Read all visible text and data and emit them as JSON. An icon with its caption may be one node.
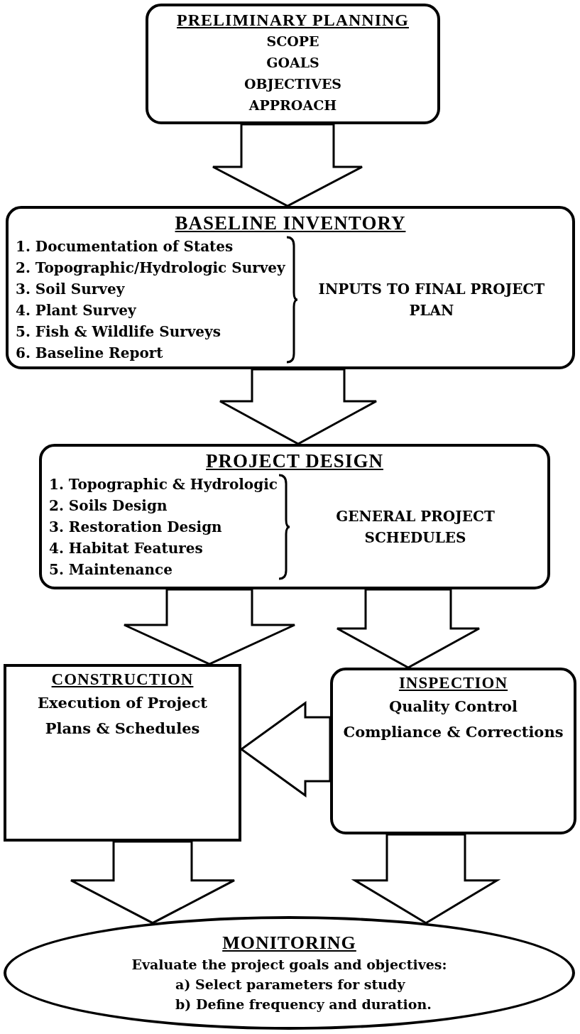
{
  "diagram": {
    "nodes": [
      {
        "text": [
          "PRELIMINARY PLANNING",
          "SCOPE",
          "GOALS",
          "OBJECTIVES",
          "APPROACH"
        ]
      },
      {
        "text": [
          "BASELINE INVENTORY",
          "1. Documentation of States",
          "2. Topographic/Hydrologic Survey",
          "3. Soil Survey",
          "4. Plant Survey",
          "5. Fish & Wildlife Surveys",
          "6. Baseline Report",
          "INPUTS TO FINAL PROJECT PLAN"
        ]
      },
      {
        "text": [
          "PROJECT DESIGN",
          "1. Topographic & Hydrologic",
          "2. Soils Design",
          "3. Restoration Design",
          "4. Habitat Features",
          "5. Maintenance",
          "GENERAL PROJECT SCHEDULES"
        ]
      },
      {
        "text": [
          "CONSTRUCTION",
          "Execution of Project Plans & Schedules"
        ]
      },
      {
        "text": [
          "INSPECTION",
          "Quality Control Compliance & Corrections"
        ]
      },
      {
        "text": [
          "MONITORING",
          "Evaluate the project goals and objectives:",
          "a) Select parameters for study",
          "b) Define frequency and duration."
        ]
      }
    ],
    "edges": [
      {
        "from": 0,
        "to": 1,
        "arrow": "to"
      },
      {
        "from": 1,
        "to": 2,
        "arrow": "to"
      },
      {
        "from": 2,
        "to": 3,
        "arrow": "to"
      },
      {
        "from": 2,
        "to": 4,
        "arrow": "to"
      },
      {
        "from": 4,
        "to": 3,
        "arrow": "to"
      },
      {
        "from": 3,
        "to": 5,
        "arrow": "to"
      },
      {
        "from": 4,
        "to": 5,
        "arrow": "to"
      }
    ]
  }
}
